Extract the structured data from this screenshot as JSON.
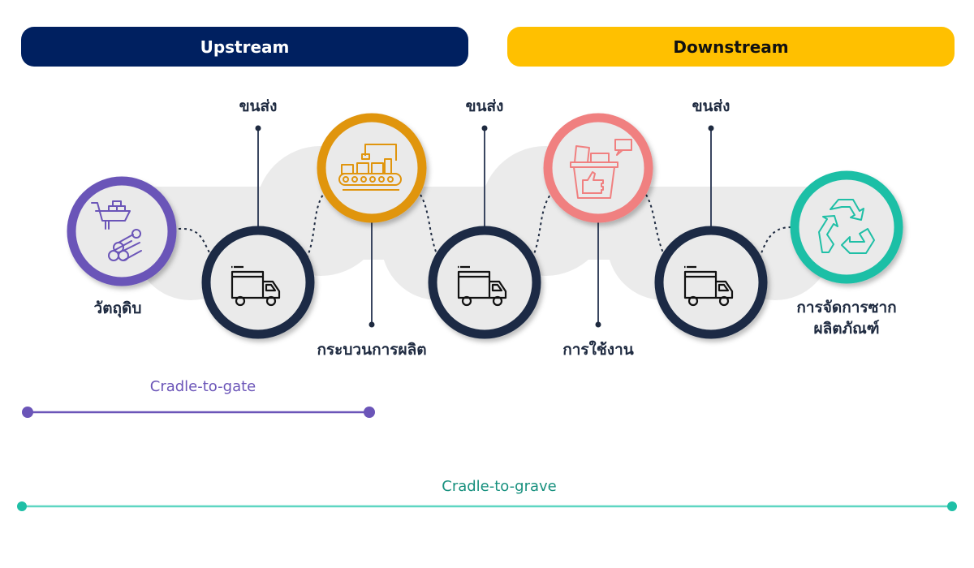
{
  "header": {
    "upstream_label": "Upstream",
    "downstream_label": "Downstream"
  },
  "stages": [
    {
      "id": "raw-material",
      "label": "วัตถุดิบ",
      "icon": "wheelbarrow-logs-icon",
      "color": "#6B55B8"
    },
    {
      "id": "transport-1",
      "label": "ขนส่ง",
      "icon": "truck-icon",
      "color": "#1C2B44"
    },
    {
      "id": "production",
      "label": "กระบวนการผลิต",
      "icon": "conveyor-factory-icon",
      "color": "#E0950E"
    },
    {
      "id": "transport-2",
      "label": "ขนส่ง",
      "icon": "truck-icon",
      "color": "#1C2B44"
    },
    {
      "id": "usage",
      "label": "การใช้งาน",
      "icon": "product-basket-thumbs-up-icon",
      "color": "#F08080"
    },
    {
      "id": "transport-3",
      "label": "ขนส่ง",
      "icon": "truck-icon",
      "color": "#1C2B44"
    },
    {
      "id": "end-of-life",
      "label_line1": "การจัดการซาก",
      "label_line2": "ผลิตภัณฑ์",
      "icon": "recycle-icon",
      "color": "#1FBFA6"
    }
  ],
  "ranges": {
    "cradle_to_gate": {
      "label": "Cradle-to-gate",
      "color": "#6B55B8"
    },
    "cradle_to_grave": {
      "label": "Cradle-to-grave",
      "color": "#1FBFA6"
    }
  }
}
